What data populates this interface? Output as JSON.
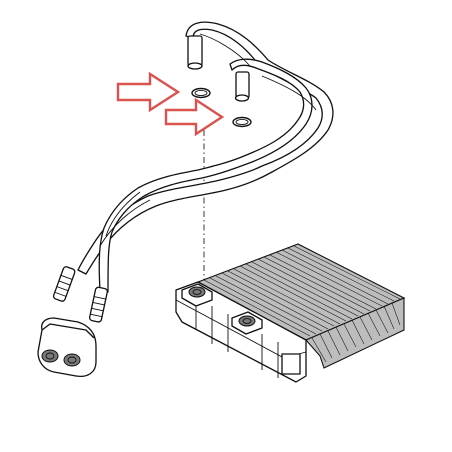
{
  "diagram": {
    "parts": [
      "heater-pipe-set",
      "o-ring-upper",
      "o-ring-lower",
      "hose-connector",
      "heater-core"
    ],
    "colors": {
      "line": "#111111",
      "arrow": "#d9534f",
      "core_fill": "#bdbdbd",
      "background": "#ffffff"
    },
    "markers": [
      {
        "icon": "arrow-right-icon",
        "points_to": "o-ring-upper"
      },
      {
        "icon": "arrow-right-icon",
        "points_to": "o-ring-lower"
      }
    ]
  }
}
